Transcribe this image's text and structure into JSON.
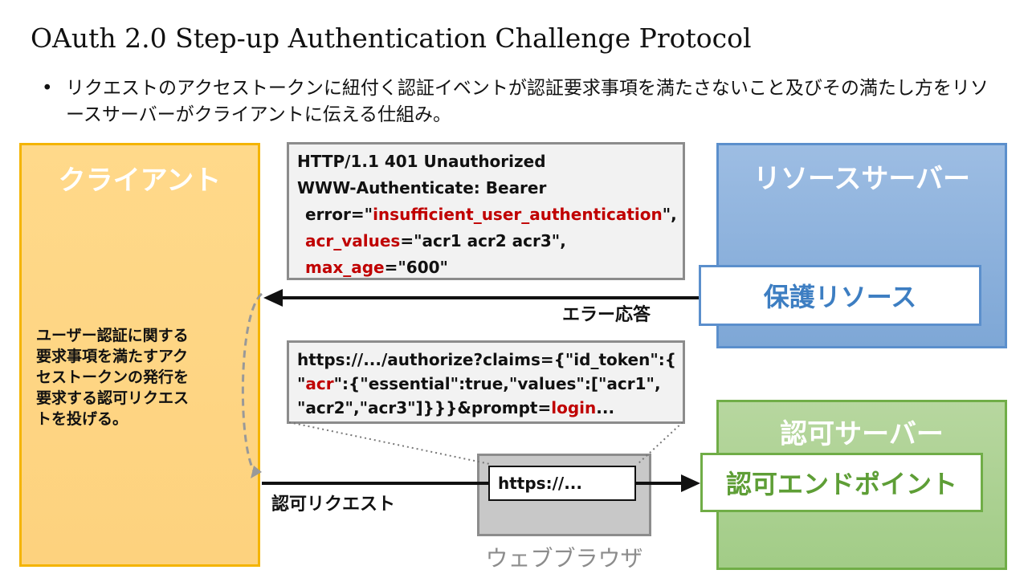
{
  "title": "OAuth 2.0 Step-up Authentication Challenge Protocol",
  "bullet": "リクエストのアクセストークンに紐付く認証イベントが認証要求事項を満たさないこと及びその満たし方をリソースサーバーがクライアントに伝える仕組み。",
  "client": {
    "title": "クライアント",
    "description_lines": [
      "ユーザー認証に関する",
      "要求事項を満たすアク",
      "セストークンの発行を",
      "要求する認可リクエス",
      "トを投げる。"
    ]
  },
  "resource_server": {
    "title": "リソースサーバー",
    "protected_resource": "保護リソース"
  },
  "authorization_server": {
    "title": "認可サーバー",
    "endpoint": "認可エンドポイント"
  },
  "error_response": {
    "line1": "HTTP/1.1 401 Unauthorized",
    "line2": "WWW-Authenticate: Bearer",
    "error_key": "error=\"",
    "error_value": "insufficient_user_authentication",
    "error_tail": "\",",
    "acr_key": "acr_values",
    "acr_tail": "=\"acr1 acr2 acr3\",",
    "max_age_key": "max_age",
    "max_age_tail": "=\"600\""
  },
  "authz_request": {
    "line1": "https://.../authorize?claims={\"id_token\":{",
    "line2_q": "\"",
    "line2_acr": "acr",
    "line2_tail": "\":{\"essential\":true,\"values\":[\"acr1\",",
    "line3_head": "\"acr2\",\"acr3\"]}}}&prompt=",
    "line3_login": "login",
    "line3_tail": "..."
  },
  "browser": {
    "url": "https://...",
    "label": "ウェブブラウザ"
  },
  "labels": {
    "error_response": "エラー応答",
    "authz_request": "認可リクエスト"
  },
  "colors": {
    "client": "#fdd27e",
    "resource_server": "#7ea7d6",
    "authorization_server": "#a2cc87",
    "highlight": "#c00000"
  }
}
